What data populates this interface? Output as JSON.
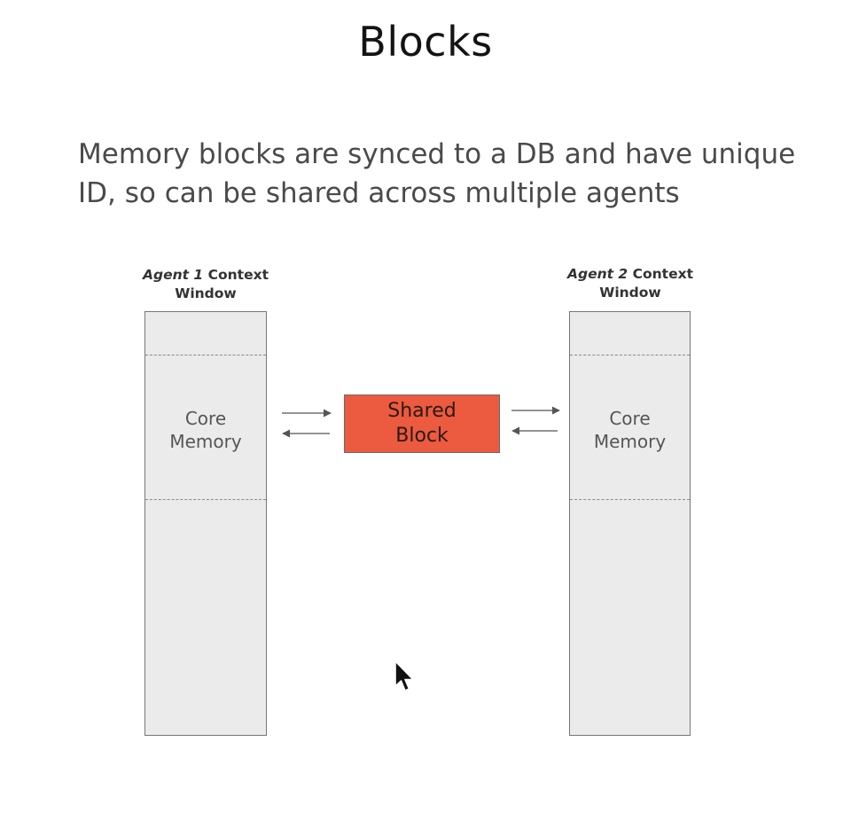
{
  "slide": {
    "title": "Blocks",
    "description": "Memory blocks are synced to a DB and have unique ID, so can be shared across multiple agents"
  },
  "agents": [
    {
      "agent_name": "Agent 1",
      "label_suffix": " Context",
      "label_line2": "Window",
      "core_memory_line1": "Core",
      "core_memory_line2": "Memory"
    },
    {
      "agent_name": "Agent 2",
      "label_suffix": " Context",
      "label_line2": "Window",
      "core_memory_line1": "Core",
      "core_memory_line2": "Memory"
    }
  ],
  "shared_block": {
    "line1": "Shared",
    "line2": "Block"
  },
  "colors": {
    "shared_block_fill": "#ec5a3f",
    "context_window_fill": "#ebebeb",
    "arrow": "#555555"
  },
  "icons": {
    "pointer": "mouse-pointer-icon"
  }
}
